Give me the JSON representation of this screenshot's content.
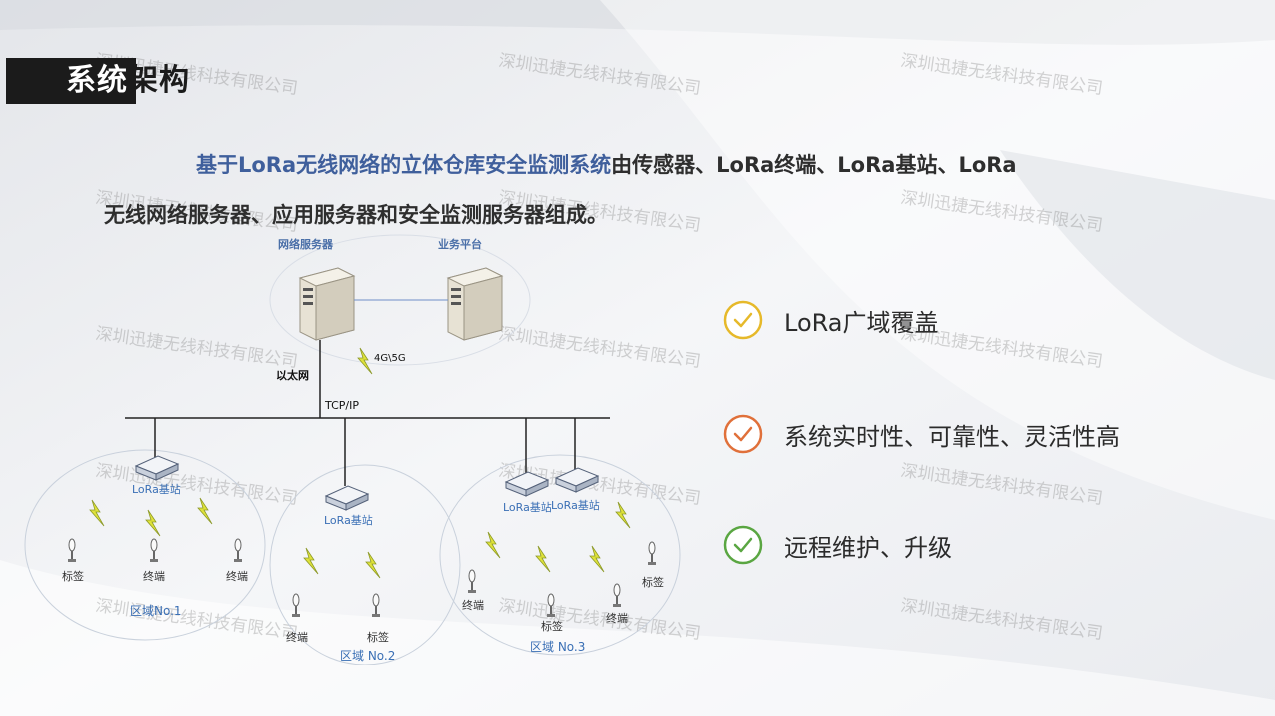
{
  "title": {
    "part1": "系统",
    "part2": "架构"
  },
  "intro": {
    "highlight": "基于LoRa无线网络的立体仓库安全监测系统",
    "rest_line1": "由传感器、LoRa终端、LoRa基站、LoRa",
    "rest_line2": "无线网络服务器、应用服务器和安全监测服务器组成。"
  },
  "watermark": "深圳迅捷无线科技有限公司",
  "diagram": {
    "server_network": "网络服务器",
    "server_business": "业务平台",
    "link_ethernet": "以太网",
    "link_4g5g": "4G\\5G",
    "link_tcpip": "TCP/IP",
    "base_station": "LoRa基站",
    "tag": "标签",
    "terminal": "终端",
    "zone1": "区域No.1",
    "zone2": "区域 No.2",
    "zone3": "区域 No.3"
  },
  "features": [
    {
      "label": "LoRa广域覆盖",
      "color": "#e6b92a",
      "icon": "check-circle-icon"
    },
    {
      "label": "系统实时性、可靠性、灵活性高",
      "color": "#e0703a",
      "icon": "check-circle-icon"
    },
    {
      "label": "远程维护、升级",
      "color": "#5aa642",
      "icon": "check-circle-icon"
    }
  ]
}
